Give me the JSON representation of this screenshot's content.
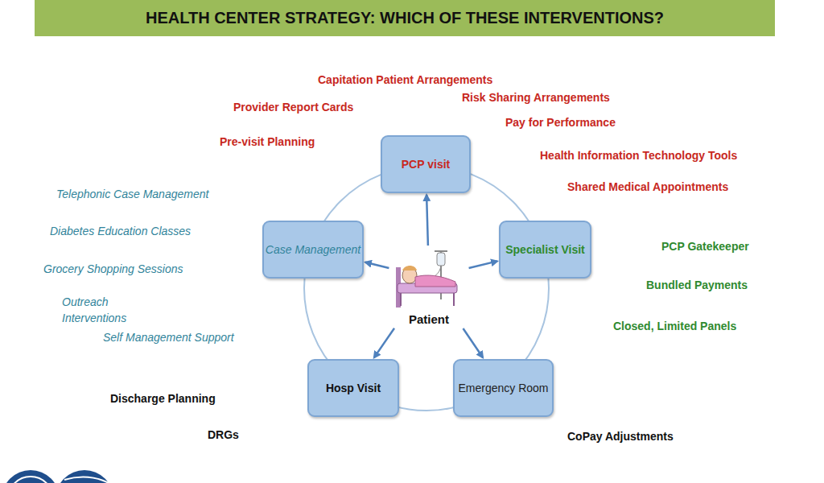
{
  "diagram": {
    "title": "HEALTH CENTER STRATEGY: WHICH OF THESE INTERVENTIONS?",
    "nodes": [
      {
        "text": [
          "PCP visit"
        ]
      },
      {
        "text": [
          "Case Management"
        ]
      },
      {
        "text": [
          "Specialist Visit"
        ]
      },
      {
        "text": [
          "Patient"
        ]
      },
      {
        "text": [
          "Hosp Visit"
        ]
      },
      {
        "text": [
          "Emergency Room"
        ]
      }
    ],
    "edges": [
      {
        "from": 3,
        "to": 0,
        "arrow": "to"
      },
      {
        "from": 3,
        "to": 1,
        "arrow": "to"
      },
      {
        "from": 3,
        "to": 2,
        "arrow": "to"
      },
      {
        "from": 3,
        "to": 4,
        "arrow": "to"
      },
      {
        "from": 3,
        "to": 5,
        "arrow": "to"
      }
    ],
    "labels": [
      "Capitation Patient Arrangements",
      "Risk Sharing Arrangements",
      "Provider Report Cards",
      "Pay for Performance",
      "Pre-visit Planning",
      "Health Information Technology Tools",
      "Shared Medical Appointments",
      "Telephonic Case Management",
      "Diabetes Education Classes",
      "Grocery Shopping Sessions",
      "Outreach Interventions",
      "Self Management Support",
      "PCP Gatekeeper",
      "Bundled Payments",
      "Closed, Limited Panels",
      "Discharge Planning",
      "DRGs",
      "CoPay Adjustments"
    ]
  }
}
